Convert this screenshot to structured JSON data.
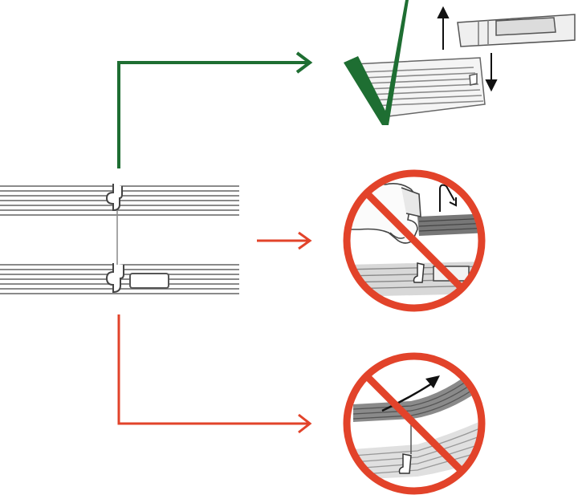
{
  "diagram": {
    "description_text": [],
    "colors": {
      "correct": "#1e6e32",
      "wrong": "#e2432a",
      "plank_line": "#8a8a8a",
      "plank_edge": "#555555",
      "outline": "#333333",
      "background": "#ffffff"
    },
    "panels": [
      {
        "id": "correct-install",
        "verdict": "correct",
        "symbol": "check-mark-icon"
      },
      {
        "id": "wrong-lift-pry",
        "verdict": "wrong",
        "symbol": "prohibited-icon"
      },
      {
        "id": "wrong-bend",
        "verdict": "wrong",
        "symbol": "prohibited-icon"
      }
    ],
    "arrows": [
      {
        "to": "correct-install",
        "color": "correct"
      },
      {
        "to": "wrong-lift-pry",
        "color": "wrong"
      },
      {
        "to": "wrong-bend",
        "color": "wrong"
      }
    ],
    "icons": {
      "up_arrow": "up-arrow-icon",
      "down_arrow": "down-arrow-icon",
      "rotate_arrow": "rotate-arrow-icon",
      "curved_arrow": "curved-arrow-icon"
    }
  }
}
